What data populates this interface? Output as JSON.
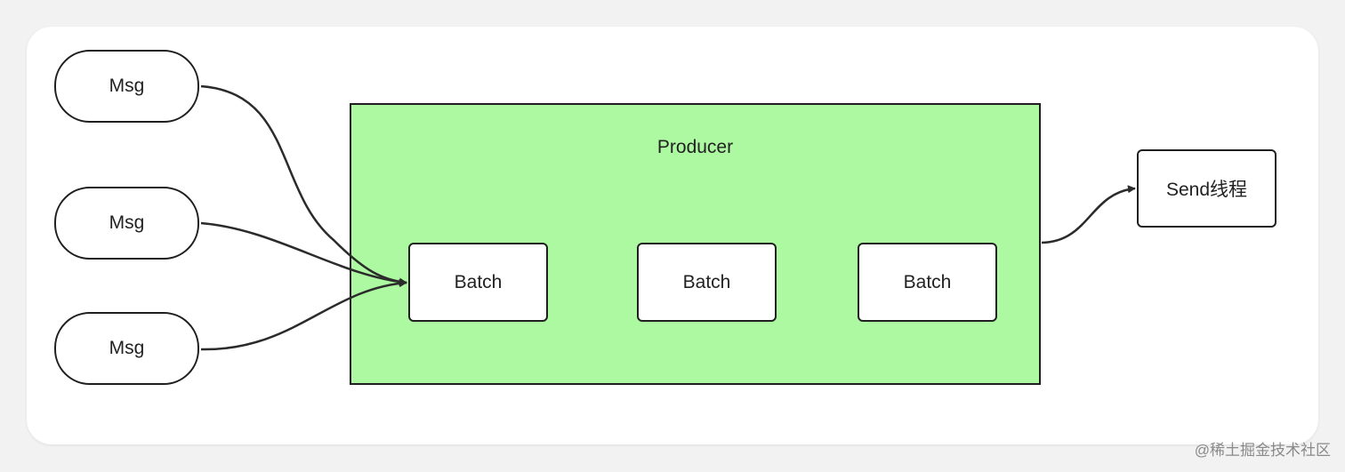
{
  "nodes": {
    "msg_1": "Msg",
    "msg_2": "Msg",
    "msg_3": "Msg",
    "producer": "Producer",
    "batch_1": "Batch",
    "batch_2": "Batch",
    "batch_3": "Batch",
    "send_thread": "Send线程"
  },
  "edges": [
    {
      "from": "msg_1",
      "to": "batch_1"
    },
    {
      "from": "msg_2",
      "to": "batch_1"
    },
    {
      "from": "msg_3",
      "to": "batch_1"
    },
    {
      "from": "producer",
      "to": "send_thread"
    }
  ],
  "watermark": "@稀土掘金技术社区",
  "colors": {
    "producer_fill": "#adf9a2",
    "stroke": "#1f1f1f",
    "card_bg": "#ffffff",
    "page_bg": "#f2f2f2"
  }
}
